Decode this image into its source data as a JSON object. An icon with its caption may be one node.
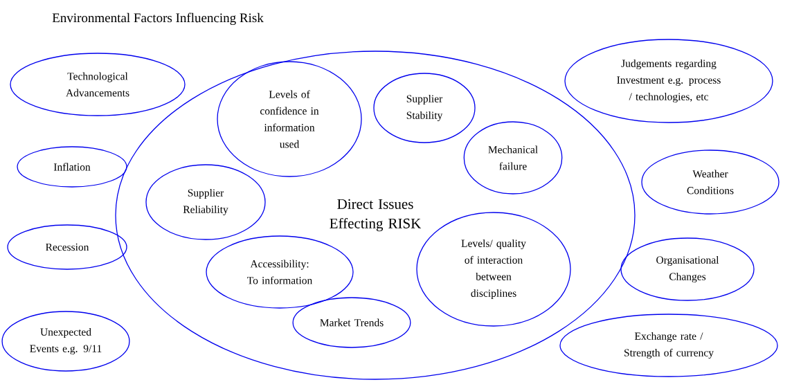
{
  "diagram": {
    "title": "Environmental Factors Influencing Risk",
    "nodes": [
      {
        "text": [
          "Direct Issues Effecting RISK"
        ]
      },
      {
        "text": [
          "Levels of confidence in information used"
        ],
        "in": 0
      },
      {
        "text": [
          "Supplier Stability"
        ],
        "in": 0
      },
      {
        "text": [
          "Mechanical failure"
        ],
        "in": 0
      },
      {
        "text": [
          "Supplier Reliability"
        ],
        "in": 0
      },
      {
        "text": [
          "Levels/ quality of interaction between disciplines"
        ],
        "in": 0
      },
      {
        "text": [
          "Accessibility: To information"
        ],
        "in": 0
      },
      {
        "text": [
          "Market Trends"
        ],
        "in": 0
      },
      {
        "text": [
          "Technological Advancements"
        ]
      },
      {
        "text": [
          "Judgements regarding Investment e.g. process / technologies, etc"
        ]
      },
      {
        "text": [
          "Inflation"
        ]
      },
      {
        "text": [
          "Weather Conditions"
        ]
      },
      {
        "text": [
          "Recession"
        ]
      },
      {
        "text": [
          "Organisational Changes"
        ]
      },
      {
        "text": [
          "Unexpected Events e.g. 9/11"
        ]
      },
      {
        "text": [
          "Exchange rate / Strength of currency"
        ]
      }
    ],
    "edges": []
  }
}
